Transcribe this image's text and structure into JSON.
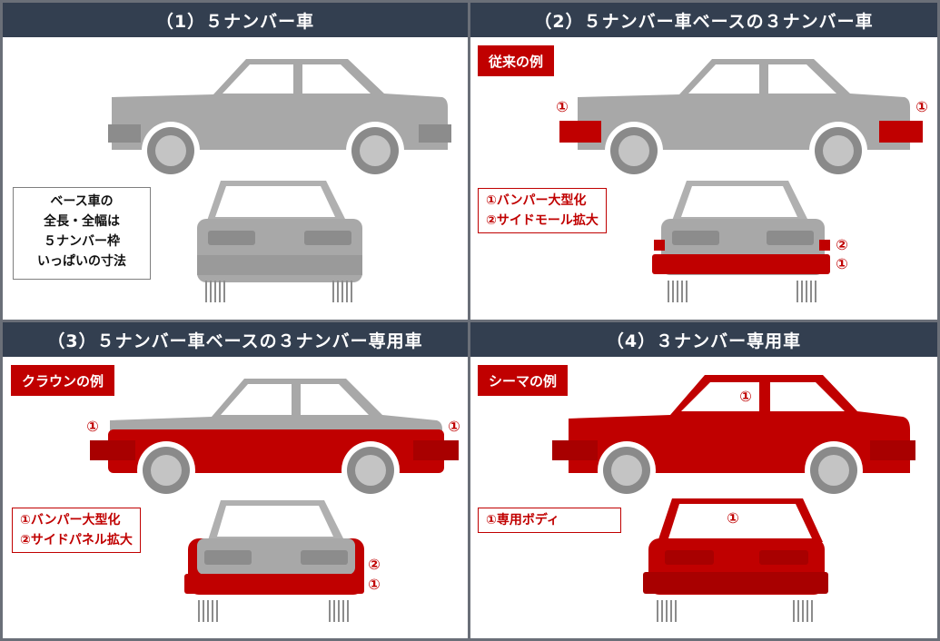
{
  "panels": [
    {
      "title": "（1）５ナンバー車"
    },
    {
      "title": "（2）５ナンバー車ベースの３ナンバー車",
      "tag": "従来の例",
      "notes": [
        "①バンパー大型化",
        "②サイドモール拡大"
      ]
    },
    {
      "title": "（3）５ナンバー車ベースの３ナンバー専用車",
      "tag": "クラウンの例",
      "notes": [
        "①バンパー大型化",
        "②サイドパネル拡大"
      ]
    },
    {
      "title": "（4）３ナンバー専用車",
      "tag": "シーマの例",
      "notes": [
        "①専用ボディ"
      ]
    }
  ],
  "panel1_box": [
    "ベース車の",
    "全長・全幅は",
    "５ナンバー枠",
    "いっぱいの寸法"
  ],
  "markers": {
    "one": "①",
    "two": "②"
  },
  "colors": {
    "header": "#333f50",
    "accent": "#c00000",
    "body_gray": "#a6a6a6"
  }
}
